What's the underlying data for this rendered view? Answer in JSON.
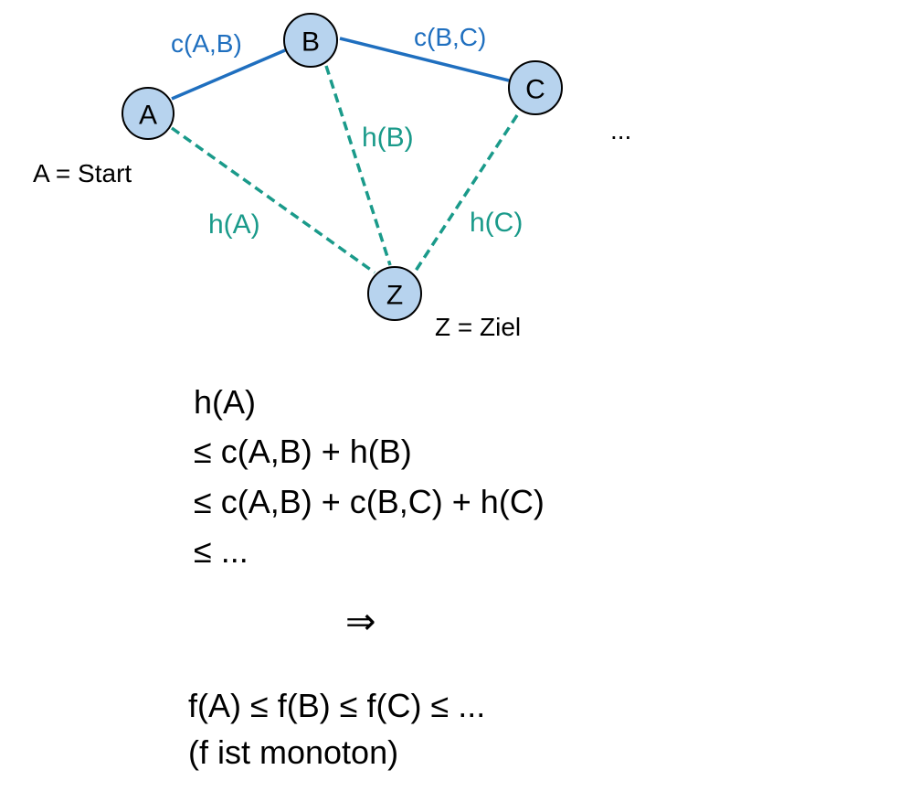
{
  "graph": {
    "nodes": {
      "A": "A",
      "B": "B",
      "C": "C",
      "Z": "Z"
    },
    "cost_labels": {
      "AB": "c(A,B)",
      "BC": "c(B,C)"
    },
    "heuristic_labels": {
      "A": "h(A)",
      "B": "h(B)",
      "C": "h(C)"
    },
    "start_label": "A = Start",
    "goal_label": "Z = Ziel",
    "ellipsis": "...",
    "colors": {
      "node_fill": "#b7d3ee",
      "cost_edge": "#1f6fbf",
      "heuristic_edge": "#1a9a8a"
    }
  },
  "derivation": {
    "lines": [
      "h(A)",
      "≤ c(A,B) + h(B)",
      "≤ c(A,B) + c(B,C) + h(C)",
      "≤ ..."
    ],
    "implies": "⇒",
    "conclusion": "f(A) ≤ f(B) ≤ f(C) ≤ ...",
    "note": "(f ist monoton)"
  }
}
